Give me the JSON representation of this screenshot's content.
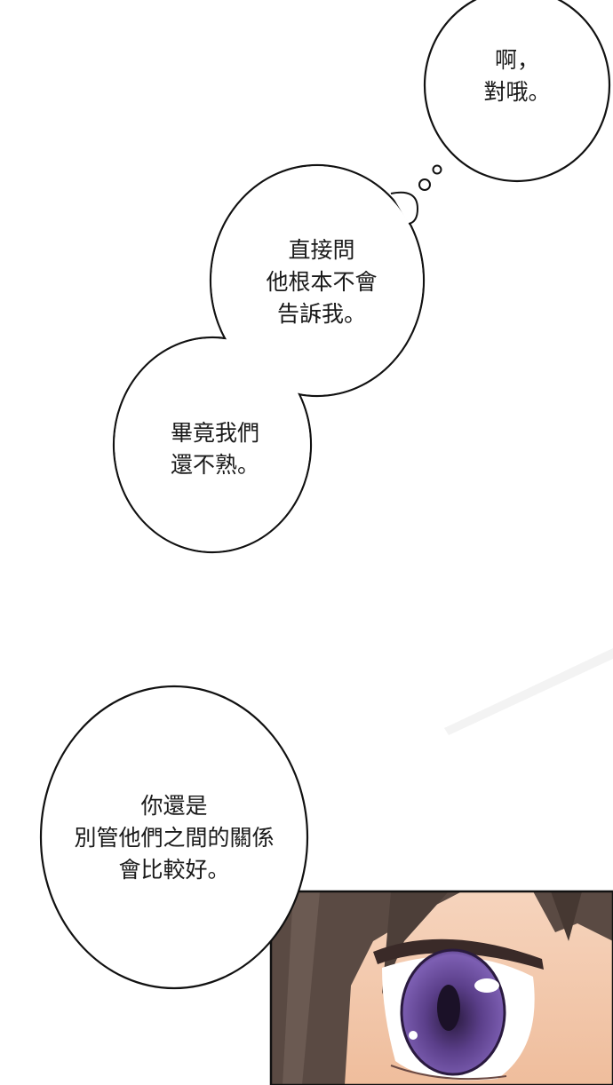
{
  "bubbles": {
    "top_right": {
      "line1": "啊，",
      "line2": "對哦。"
    },
    "thought_middle": {
      "line1": "直接問",
      "line2": "他根本不會",
      "line3": "告訴我。"
    },
    "thought_lower": {
      "line1": "畢竟我們",
      "line2": "還不熟。"
    },
    "bottom_left": {
      "line1": "你還是",
      "line2": "別管他們之間的關係",
      "line3": "會比較好。"
    }
  },
  "colors": {
    "background": "#ffffff",
    "outline": "#111111",
    "skin": "#f3c8aa",
    "hair": "#5a4a43",
    "iris": "#5b3f8a"
  }
}
